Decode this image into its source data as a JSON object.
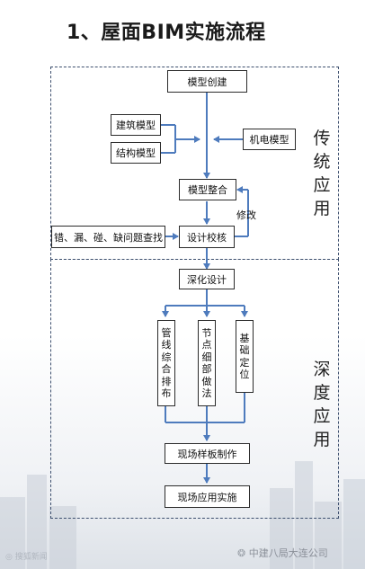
{
  "title": "1、屋面BIM实施流程",
  "sections": {
    "traditional_label": "传统应用",
    "deep_label": "深度应用"
  },
  "nodes": {
    "model_create": "模型创建",
    "arch_model": "建筑模型",
    "struct_model": "结构模型",
    "mep_model": "机电模型",
    "model_integrate": "模型整合",
    "design_check": "设计校核",
    "issues_check": "错、漏、碰、缺问题查找",
    "modify": "修改",
    "detail_design": "深化设计",
    "pipe_layout": [
      "管",
      "线",
      "综",
      "合",
      "排",
      "布"
    ],
    "node_detail": [
      "节",
      "点",
      "细",
      "部",
      "做",
      "法"
    ],
    "base_position": [
      "基",
      "础",
      "定",
      "位"
    ],
    "sample_make": "现场样板制作",
    "site_apply": "现场应用实施"
  },
  "watermark": {
    "right": "中建八局大连公司",
    "left": "搜狐新闻"
  },
  "colors": {
    "arrow": "#4e7bbd",
    "frame": "#3d4f6e"
  }
}
